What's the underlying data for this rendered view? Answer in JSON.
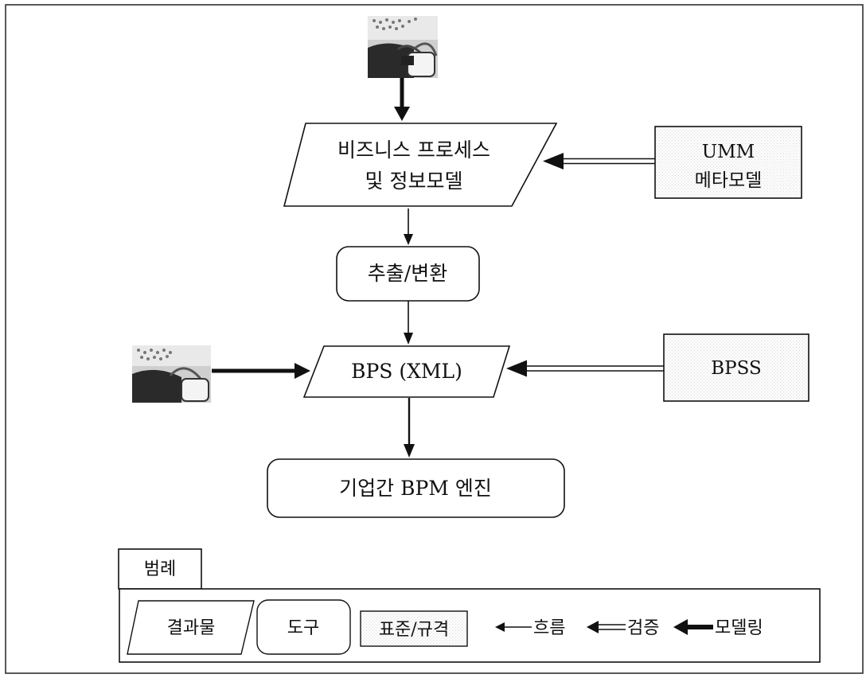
{
  "diagram": {
    "nodes": {
      "business_process": {
        "lines": [
          "비즈니스 프로세스",
          "및 정보모델"
        ],
        "shape": "parallelogram",
        "kind": "결과물"
      },
      "umm": {
        "lines": [
          "UMM",
          "메타모델"
        ],
        "shape": "rectangle",
        "kind": "표준/규격"
      },
      "extract": {
        "text": "추출/변환",
        "shape": "rounded-rectangle",
        "kind": "도구"
      },
      "bps": {
        "text": "BPS (XML)",
        "shape": "parallelogram",
        "kind": "결과물"
      },
      "bpss": {
        "text": "BPSS",
        "shape": "rectangle",
        "kind": "표준/규격"
      },
      "engine": {
        "text": "기업간 BPM 엔진",
        "shape": "rounded-rectangle",
        "kind": "도구"
      }
    },
    "actors": [
      {
        "icon": "modeler-photo-icon",
        "target": "business_process"
      },
      {
        "icon": "modeler-photo-icon",
        "target": "bps"
      }
    ],
    "edges": [
      {
        "from": "actor-top",
        "to": "business_process",
        "type": "모델링"
      },
      {
        "from": "umm",
        "to": "business_process",
        "type": "검증"
      },
      {
        "from": "business_process",
        "to": "extract",
        "type": "흐름"
      },
      {
        "from": "extract",
        "to": "bps",
        "type": "흐름"
      },
      {
        "from": "actor-left",
        "to": "bps",
        "type": "모델링"
      },
      {
        "from": "bpss",
        "to": "bps",
        "type": "검증"
      },
      {
        "from": "bps",
        "to": "engine",
        "type": "흐름"
      }
    ]
  },
  "legend": {
    "title": "범례",
    "items": {
      "result": "결과물",
      "tool": "도구",
      "standard": "표준/규격",
      "flow": "흐름",
      "verify": "검증",
      "model": "모델링"
    }
  }
}
